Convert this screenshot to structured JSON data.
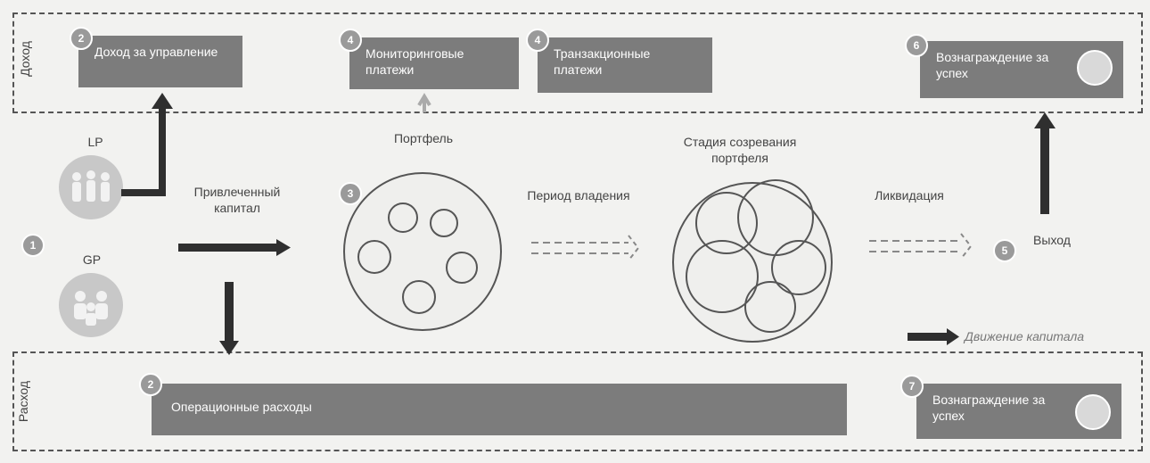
{
  "zones": {
    "income_label": "Доход",
    "expense_label": "Расход"
  },
  "income_boxes": [
    {
      "badge": "2",
      "label": "Доход за управление"
    },
    {
      "badge": "4",
      "label": "Мониторинговые платежи"
    },
    {
      "badge": "4",
      "label": "Транзакционные платежи"
    },
    {
      "badge": "6",
      "label": "Вознаграждение за успех"
    }
  ],
  "expense_boxes": [
    {
      "badge": "2",
      "label": "Операционные расходы"
    },
    {
      "badge": "7",
      "label": "Вознаграждение за успех"
    }
  ],
  "investors": {
    "badge": "1",
    "lp": "LP",
    "gp": "GP"
  },
  "flow": {
    "raised_capital": "Привлеченный капитал",
    "portfolio_badge": "3",
    "portfolio": "Портфель",
    "holding_period": "Период владения",
    "maturity": "Стадия созревания портфеля",
    "liquidation": "Ликвидация",
    "exit_badge": "5",
    "exit": "Выход"
  },
  "legend": {
    "capital_movement": "Движение капитала"
  },
  "colors": {
    "box_fill": "#7c7c7c",
    "arrow": "#2f2f2f",
    "badge": "#9a9a9a"
  }
}
